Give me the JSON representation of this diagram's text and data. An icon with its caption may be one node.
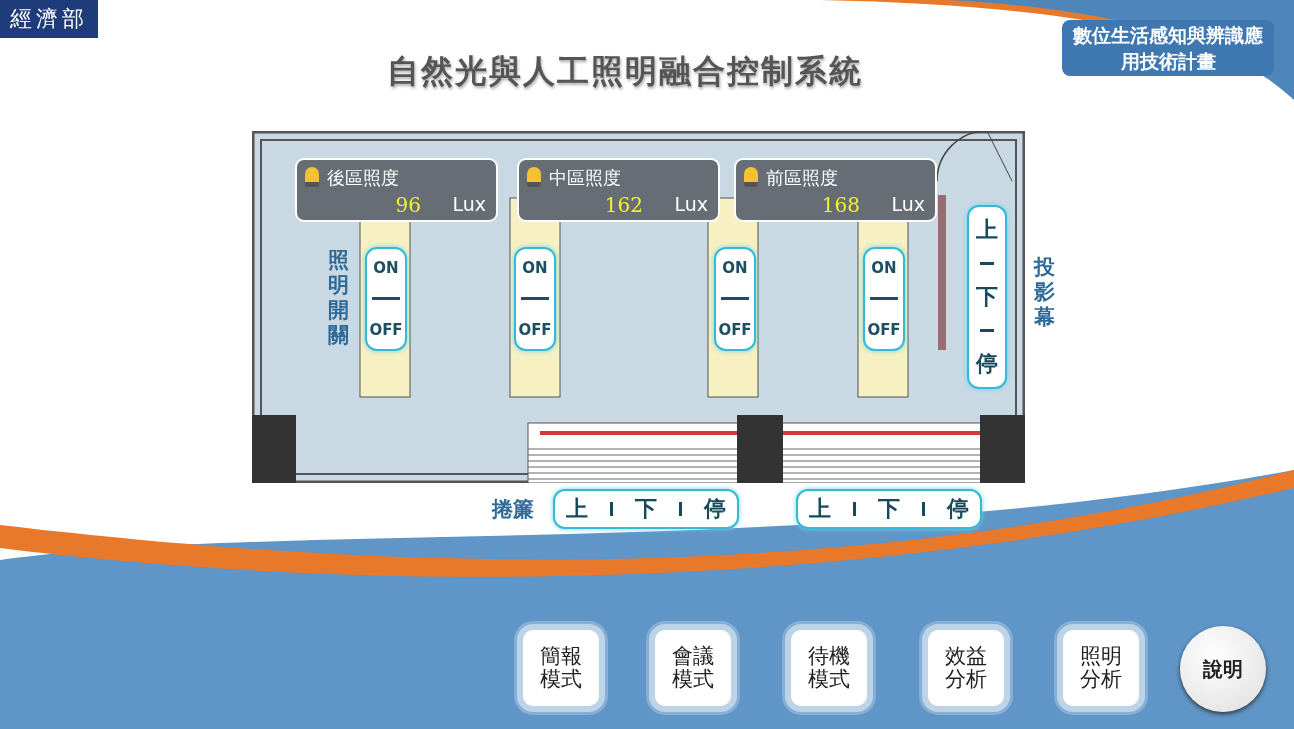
{
  "diagram": {
    "title": "自然光與人工照明融合控制系統",
    "nodes": [
      {
        "text": [],
        "shape": "box"
      },
      {
        "text": [
          "後區照度",
          "96",
          "Lux"
        ],
        "in": 0
      },
      {
        "text": [
          "中區照度",
          "162",
          "Lux"
        ],
        "in": 0
      },
      {
        "text": [
          "前區照度",
          "168",
          "Lux"
        ],
        "in": 0
      },
      {
        "text": [
          "ON",
          "OFF"
        ],
        "in": 0
      },
      {
        "text": [
          "ON",
          "OFF"
        ],
        "in": 0
      },
      {
        "text": [
          "ON",
          "OFF"
        ],
        "in": 0
      },
      {
        "text": [
          "ON",
          "OFF"
        ],
        "in": 0
      },
      {
        "text": [
          "上",
          "下",
          "停"
        ],
        "in": 0
      },
      {
        "text": [
          "上",
          "下",
          "停"
        ]
      },
      {
        "text": [
          "上",
          "下",
          "停"
        ]
      },
      {
        "text": [
          "簡報模式"
        ]
      },
      {
        "text": [
          "會議模式"
        ]
      },
      {
        "text": [
          "待機模式"
        ]
      },
      {
        "text": [
          "效益分析"
        ]
      },
      {
        "text": [
          "照明分析"
        ]
      },
      {
        "text": [
          "說明"
        ]
      }
    ],
    "edges": [],
    "labels": [
      "經濟部",
      "數位生活感知與辨識應用技術計畫",
      "照明開關",
      "投影幕",
      "捲簾"
    ]
  }
}
